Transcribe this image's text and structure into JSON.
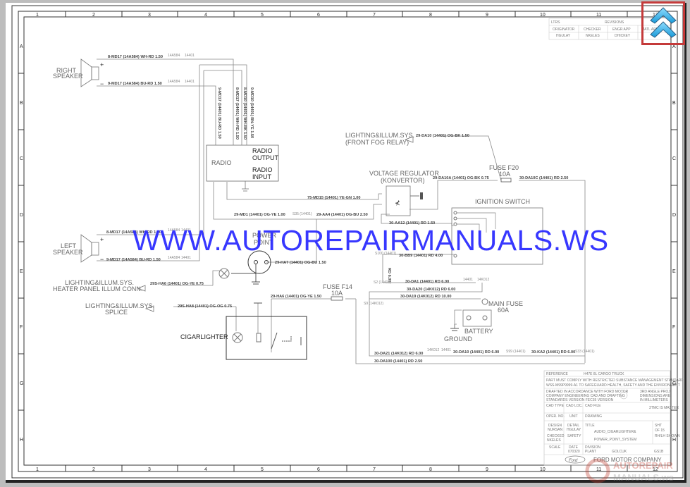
{
  "grid": {
    "columns": [
      "1",
      "2",
      "3",
      "4",
      "5",
      "6",
      "7",
      "8",
      "9",
      "10",
      "11",
      "12"
    ],
    "rows": [
      "A",
      "B",
      "C",
      "D",
      "E",
      "F",
      "G",
      "H"
    ]
  },
  "revisions": {
    "ltrs": "LTRS",
    "title": "REVISIONS",
    "headers": [
      "ORIGINATOR",
      "CHECKER",
      "ENGR APP",
      "MATL APP"
    ],
    "values": [
      "HGULAY",
      "NKELES",
      "DHICKEY",
      ""
    ]
  },
  "components": {
    "right_speaker": "RIGHT SPEAKER",
    "left_speaker": "LEFT SPEAKER",
    "radio": "RADIO",
    "radio_output": "RADIO OUTPUT",
    "radio_input": "RADIO INPUT",
    "voltage_regulator": "VOLTAGE REGULATOR",
    "konvertor": "(KONVERTOR)",
    "fuse_f20": "FUSE F20",
    "fuse_f20_rating": "10A",
    "ignition_switch": "IGNITION SWITCH",
    "power_point": "POWER POINT",
    "fuse_f14": "FUSE F14",
    "fuse_f14_rating": "10A",
    "main_fuse": "MAIN FUSE",
    "main_fuse_rating": "60A",
    "battery": "BATTERY",
    "ground": "GROUND",
    "cigarlighter": "CIGARLIGHTER",
    "front_fog_1": "LIGHTING&ILLUM.SYS.",
    "front_fog_2": "(FRONT FOG RELAY)",
    "heater_1": "LIGHTING&ILLUM.SYS.",
    "heater_2": "HEATER PANEL ILLUM CONN.",
    "splice_1": "LIGHTING&ILLUM.SYS.",
    "splice_2": "SPLICE"
  },
  "wires": {
    "rs_plus": "8-MD17 (14A584) WH-RD 1.50",
    "rs_minus": "9-MD17 (14A584) BU-RD 1.50",
    "ls_plus": "8-MD17 (14A584) WH-RD 1.50",
    "ls_minus": "9-MD17 (14A584) BU-RD 1.50",
    "v1": "9-MD17 (14401) BU-RD 1.50",
    "v2": "8-MD17 (14401) WH-RD 1.50",
    "v3": "8-MD10 (14401) WH-BK 1.50",
    "v4": "9-MD10 (14401) BN-YE 1.50",
    "md15": "75-MD15 (14401) YE-GN 1.00",
    "md1": "29-MD1 (14401) OG-YE 1.00",
    "aa4": "29-AA4 (14401) OG-BU 2.50",
    "da10": "29-DA10 (14401) OG-BK 1.50",
    "da10a": "29-DA10A (14401) OG-BK 0.75",
    "da10c": "30-DA10C (14401) RD 2.50",
    "aa12": "30-AA12 (14401) RD 1.50",
    "bb9": "30-BB9 (14401) RD 4.00",
    "vrd": "RD 6.00",
    "da1": "30-DA1 (14401) RD 6.00",
    "da20": "30-DA20 (14K012) RD 6.00",
    "da19": "30-DA19 (14K012) RD 10.00",
    "ha7": "29-HA7 (14401) OG-BU 1.50",
    "ha6_heater": "29S-HA6 (14401) OG-YE 0.75",
    "ha6_fuse": "29-HA6 (14401) OG-YE 1.50",
    "ha8": "29S-HA8 (14401) OG-OG 0.75",
    "da21": "30-DA21 (14K012) RD 6.00",
    "da10_bot": "30-DA10 (14401) RD 6.00",
    "ka2": "30-KA2 (14401) RD 6.00",
    "da100": "30-DA100 (14401) RD 2.50"
  },
  "connectors": {
    "c14a584": "14A584",
    "c14401": "14401",
    "c14k012": "14K012",
    "s35": "S35 (14401)",
    "s100": "S100 (14401)",
    "s2": "S2 (14401)",
    "s9": "S9 (14K012)",
    "s99": "S99 (14401)",
    "s33": "S33 (14401)"
  },
  "title_block": {
    "reference_label": "REFERENCE",
    "reference_value": "H47E 8L CARGO TRUCK",
    "compliance_1": "PART MUST COMPLY WITH RESTRICTED SUBSTANCE MANAGEMENT STANDARD",
    "compliance_2": "WSS-M99P9999-A1 TO SAFEGUARD HEALTH, SAFETY AND THE ENVIRONMENT",
    "drafted_1": "DRAFTED IN ACCORDANCE WITH FORD MOTOR",
    "drafted_2": "COMPANY ENGINEERING CAD AND DRAFTING",
    "drafted_3": "STANDARDS VERSION FEC35 VERSION",
    "proj_1": "3RD ANGLE PROJ",
    "proj_2": "DIMENSIONS ARE",
    "proj_3": "IN MILLIMETERS",
    "cad_type": "CAD TYPE",
    "cad_loc": "CAD LOC.",
    "cad_file": "CAD FILE",
    "master": "3TMC IS MASTER",
    "oper_no": "OPER. NO.",
    "unit": "UNIT",
    "drawing": "DRAWING",
    "design": "DESIGN",
    "design_name": "NURSAN",
    "detail": "DETAIL",
    "detail_name": "HGULAY",
    "checked": "CHECKED",
    "checked_name": "NKELES",
    "safety": "SAFETY",
    "title_label": "TITLE",
    "title_1": "AUDIO_CIGARLIGHTER&",
    "title_2": "POWER_POINT_SYSTEM",
    "sht": "SHT",
    "of": "OF 15",
    "rh_lh": "RH/LH SHOWN",
    "scale": "SCALE",
    "date": "DATE",
    "date_value": "070320",
    "division": "DIVISION",
    "plant": "PLANT",
    "plant_value": "GOLCUK",
    "code": "GS1B",
    "company": "FORD MOTOR COMPANY",
    "logo": "Ford"
  },
  "watermark": {
    "text": "WWW.AUTOREPAIRMANUALS.WS",
    "color": "#2727ff"
  },
  "overlay": {
    "scroll_top_label": "scroll to top",
    "border_color": "#c43a3a",
    "arrow_color": "#38b4ec"
  },
  "corner_logo": {
    "line1": "AUTOREPAIR",
    "line2": "MANUALS.ws"
  }
}
